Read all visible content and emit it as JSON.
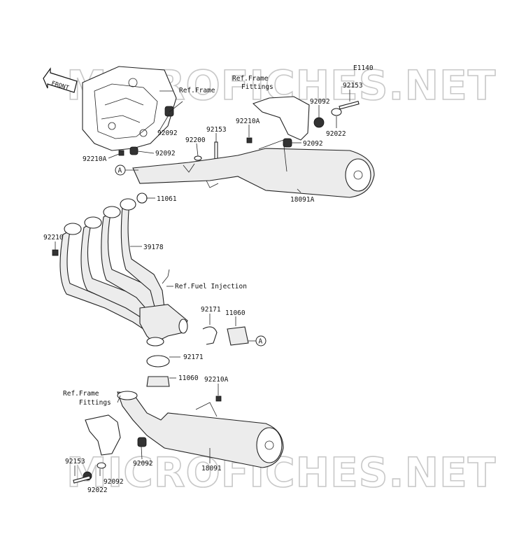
{
  "diagram": {
    "code": "E1140",
    "front_label": "FRONT",
    "watermark": "MICROFICHES.NET",
    "callout_marker": "A",
    "labels": {
      "ref_frame_top": "Ref.Frame",
      "ref_frame_fittings_top_1": "Ref.Frame",
      "ref_frame_fittings_top_2": "Fittings",
      "ref_fuel_injection": "Ref.Fuel Injection",
      "ref_frame_fittings_bottom_1": "Ref.Frame",
      "ref_frame_fittings_bottom_2": "Fittings",
      "p92153_top": "92153",
      "p92092_top_right": "92092",
      "p92022_top": "92022",
      "p92092_bracket": "92092",
      "p92210A_top": "92210A",
      "p92153_mid": "92153",
      "p92200": "92200",
      "p92092_frame_1": "92092",
      "p92092_frame_2": "92092",
      "p92210A_left": "92210A",
      "p11061": "11061",
      "p18091A": "18091A",
      "p92210": "92210",
      "p39178": "39178",
      "p92171_upper": "92171",
      "p11060_upper": "11060",
      "p92171_lower": "92171",
      "p11060_lower": "11060",
      "p92210A_bottom": "92210A",
      "p92153_bottom": "92153",
      "p92092_bottom_left": "92092",
      "p92022_bottom": "92022",
      "p92092_bottom_center": "92092",
      "p18091": "18091"
    }
  }
}
